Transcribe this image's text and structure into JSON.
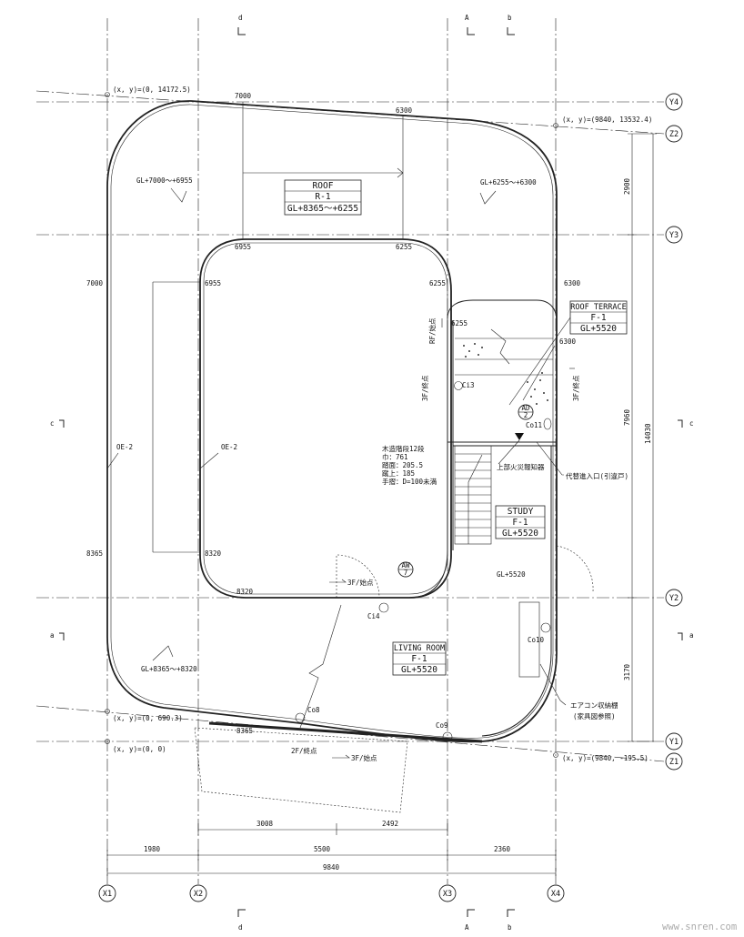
{
  "grid": {
    "x_axes": [
      "X1",
      "X2",
      "X3",
      "X4"
    ],
    "y_axes": [
      "Y4",
      "Z2",
      "Y3",
      "Y2",
      "Y1",
      "Z1"
    ]
  },
  "sections": {
    "d_top": "d",
    "a_top": "A",
    "b_top": "b",
    "d_bot": "d",
    "a_bot": "A",
    "b_bot": "b",
    "c_left": "c",
    "c_right": "c",
    "a_left": "a",
    "a_right": "a"
  },
  "coords": {
    "c1": "(x, y)=(0, 14172.5)",
    "c2": "(x, y)=(9840, 13532.4)",
    "c3": "(x, y)=(0, 690.3)",
    "c4": "(x, y)=(0, 0)",
    "c5": "(x, y)=(9840, -195.5)"
  },
  "rooms": {
    "roof": {
      "name": "ROOF",
      "code": "R-1",
      "level": "GL+8365～+6255"
    },
    "roof_terrace": {
      "name": "ROOF TERRACE",
      "code": "F-1",
      "level": "GL+5520"
    },
    "study": {
      "name": "STUDY",
      "code": "F-1",
      "level": "GL+5520"
    },
    "living": {
      "name": "LIVING ROOM",
      "code": "F-1",
      "level": "GL+5520"
    }
  },
  "levels": {
    "l1": "GL+7000～+6955",
    "l2": "GL+6255～+6300",
    "l3": "GL+8365～+8320",
    "l4": "GL+5520"
  },
  "heights": {
    "h7000a": "7000",
    "h6300a": "6300",
    "h6955a": "6955",
    "h6255a": "6255",
    "h7000b": "7000",
    "h6955b": "6955",
    "h6255b": "6255",
    "h6300b": "6300",
    "h6255c": "6255",
    "h6300c": "6300",
    "h8365a": "8365",
    "h8320a": "8320",
    "h8320b": "8320",
    "h8365b": "8365"
  },
  "edges": {
    "oe_left": "OE-2",
    "oe_inner": "OE-2"
  },
  "columns": {
    "ci3": "Ci3",
    "co11": "Co11",
    "ci4": "Ci4",
    "co10": "Co10",
    "co8": "Co8",
    "co9": "Co9"
  },
  "vents": {
    "ad_top": "AD",
    "ad_bot": "2",
    "aw_top": "AW",
    "aw_bot": "7"
  },
  "stair": {
    "lines": [
      "木造階段12段",
      "巾：761",
      "踏面：205.5",
      "蹴上：185",
      "手摺：D=100未満"
    ],
    "rf_start": "RF/始点",
    "f3_end_a": "3F/終点",
    "f3_end_b": "3F/終点",
    "f3_start": "3F/始点",
    "f2_end": "2F/終点",
    "f3_start_b": "3F/始点"
  },
  "notes": {
    "detector": "上部火災報知器",
    "alt_entry": "代替進入口(引違戸)",
    "aircon_1": "エアコン収納棚",
    "aircon_2": "(家具図参照)"
  },
  "dims": {
    "right_2900": "2900",
    "right_7960": "7960",
    "right_3170": "3170",
    "right_14030": "14030",
    "b_3008": "3008",
    "b_2492": "2492",
    "b_1980": "1980",
    "b_5500": "5500",
    "b_2360": "2360",
    "b_9840": "9840"
  },
  "watermark": "www.snren.com"
}
